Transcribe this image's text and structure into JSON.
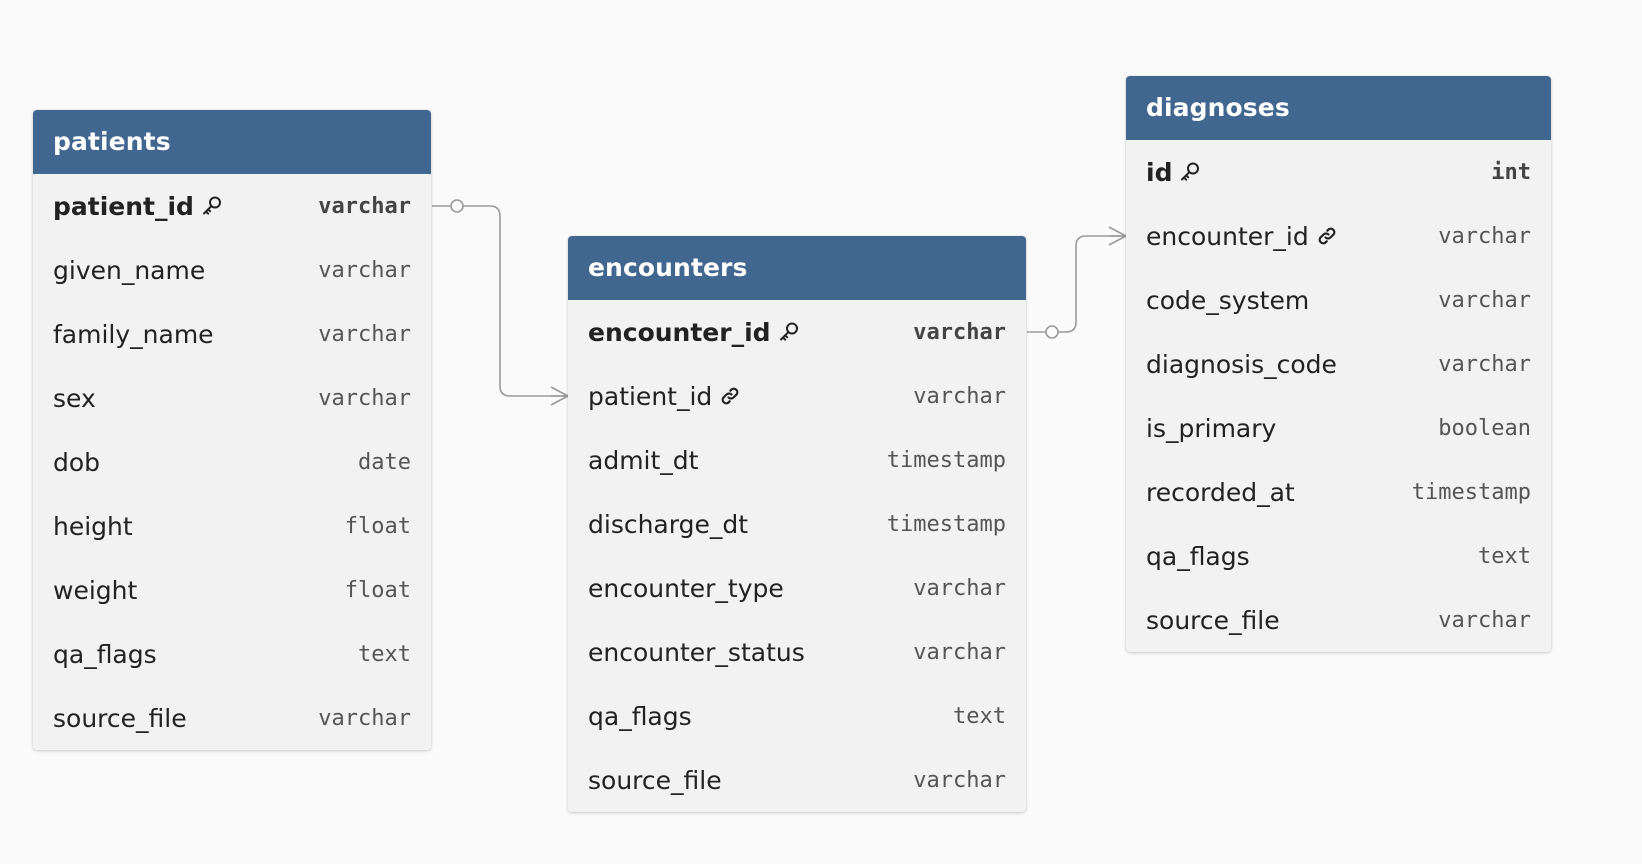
{
  "colors": {
    "header": "#41668f",
    "body": "#f2f2f2",
    "connector": "#9a9a9a"
  },
  "tables": [
    {
      "name": "patients",
      "fields": [
        {
          "name": "patient_id",
          "type": "varchar",
          "key": "primary",
          "icon": "key-icon"
        },
        {
          "name": "given_name",
          "type": "varchar"
        },
        {
          "name": "family_name",
          "type": "varchar"
        },
        {
          "name": "sex",
          "type": "varchar"
        },
        {
          "name": "dob",
          "type": "date"
        },
        {
          "name": "height",
          "type": "float"
        },
        {
          "name": "weight",
          "type": "float"
        },
        {
          "name": "qa_flags",
          "type": "text"
        },
        {
          "name": "source_file",
          "type": "varchar"
        }
      ]
    },
    {
      "name": "encounters",
      "fields": [
        {
          "name": "encounter_id",
          "type": "varchar",
          "key": "primary",
          "icon": "key-icon"
        },
        {
          "name": "patient_id",
          "type": "varchar",
          "key": "foreign",
          "icon": "link-icon"
        },
        {
          "name": "admit_dt",
          "type": "timestamp"
        },
        {
          "name": "discharge_dt",
          "type": "timestamp"
        },
        {
          "name": "encounter_type",
          "type": "varchar"
        },
        {
          "name": "encounter_status",
          "type": "varchar"
        },
        {
          "name": "qa_flags",
          "type": "text"
        },
        {
          "name": "source_file",
          "type": "varchar"
        }
      ]
    },
    {
      "name": "diagnoses",
      "fields": [
        {
          "name": "id",
          "type": "int",
          "key": "primary",
          "icon": "key-icon"
        },
        {
          "name": "encounter_id",
          "type": "varchar",
          "key": "foreign",
          "icon": "link-icon"
        },
        {
          "name": "code_system",
          "type": "varchar"
        },
        {
          "name": "diagnosis_code",
          "type": "varchar"
        },
        {
          "name": "is_primary",
          "type": "boolean"
        },
        {
          "name": "recorded_at",
          "type": "timestamp"
        },
        {
          "name": "qa_flags",
          "type": "text"
        },
        {
          "name": "source_file",
          "type": "varchar"
        }
      ]
    }
  ],
  "relationships": [
    {
      "from": "patients.patient_id",
      "to": "encounters.patient_id",
      "from_end": "one",
      "to_end": "many"
    },
    {
      "from": "encounters.encounter_id",
      "to": "diagnoses.encounter_id",
      "from_end": "one",
      "to_end": "many"
    }
  ]
}
